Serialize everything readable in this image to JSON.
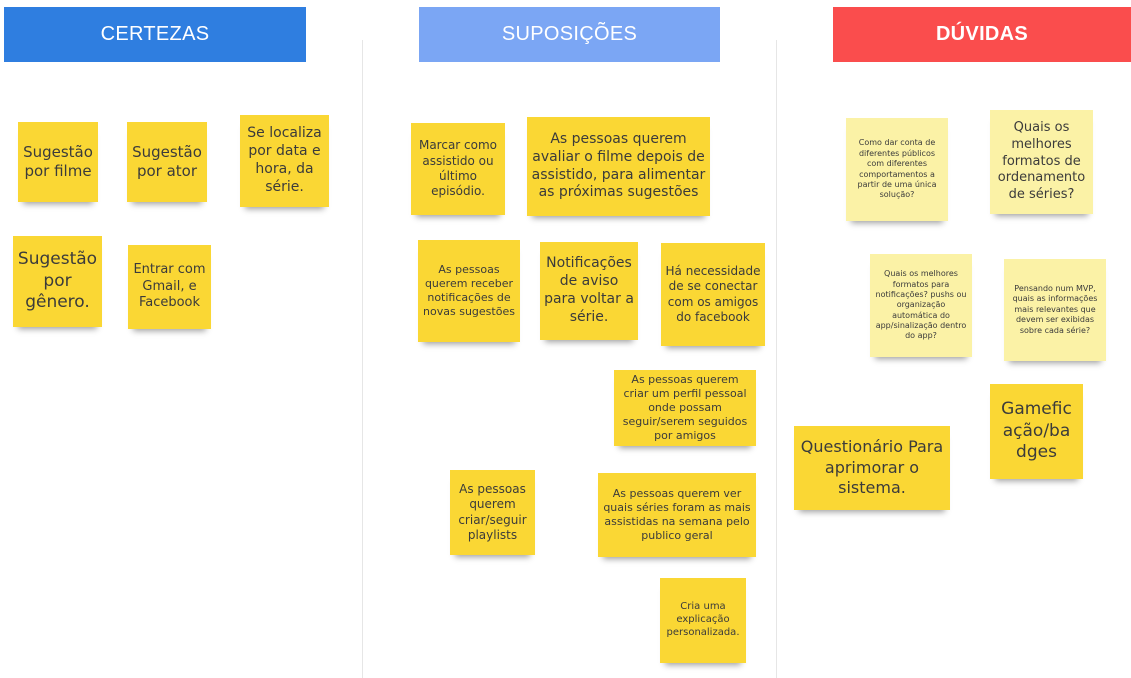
{
  "columns": [
    {
      "title": "CERTEZAS",
      "color": "#2f7ee0"
    },
    {
      "title": "SUPOSIÇÕES",
      "color": "#7ba6f4"
    },
    {
      "title": "DÚVIDAS",
      "color": "#fa4d4d"
    }
  ],
  "notes": {
    "certezas": [
      "Sugestão por filme",
      "Sugestão por ator",
      "Se localiza por data e hora, da série.",
      "Sugestão por gênero.",
      "Entrar com Gmail, e Facebook"
    ],
    "suposicoes": [
      "Marcar como assistido ou último episódio.",
      "As pessoas querem avaliar o filme depois de assistido, para alimentar as próximas sugestões",
      "As pessoas querem receber notificações de novas sugestões",
      "Notificações de aviso para voltar a série.",
      "Há necessidade de se conectar com os amigos do facebook",
      "As pessoas querem criar um perfil pessoal onde possam seguir/serem seguidos por amigos",
      "As pessoas querem criar/seguir playlists",
      "As pessoas querem ver quais séries foram as mais assistidas na semana pelo publico geral",
      "Cria uma explicação personalizada."
    ],
    "duvidas": [
      "Como dar conta de diferentes públicos com diferentes comportamentos a partir de uma única solução?",
      "Quais os melhores formatos de ordenamento de séries?",
      "Quais os melhores formatos para notificações? pushs ou organização automática do app/sinalização dentro do app?",
      "Pensando num MVP, quais as informações mais relevantes que devem ser exibidas sobre cada série?",
      "Gameficação/badges",
      "Questionário Para aprimorar o sistema."
    ]
  },
  "colors": {
    "sticky_yellow": "#fad734",
    "sticky_pale": "#fbf2a6",
    "text": "#3b3b3b"
  }
}
